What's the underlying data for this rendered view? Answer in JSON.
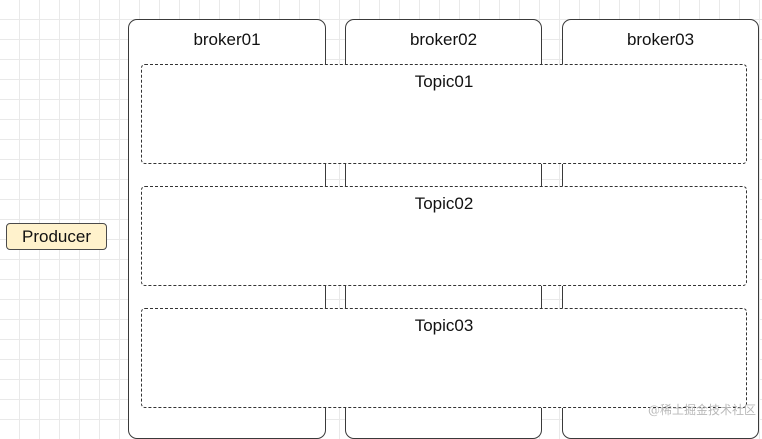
{
  "brokers": [
    {
      "label": "broker01"
    },
    {
      "label": "broker02"
    },
    {
      "label": "broker03"
    }
  ],
  "topics": [
    {
      "label": "Topic01"
    },
    {
      "label": "Topic02"
    },
    {
      "label": "Topic03"
    }
  ],
  "producer": {
    "label": "Producer"
  },
  "watermark": {
    "text": "@稀土掘金技术社区"
  },
  "colors": {
    "producer_fill": "#fff2cc",
    "stroke": "#333333",
    "grid": "#e9e9e9"
  }
}
